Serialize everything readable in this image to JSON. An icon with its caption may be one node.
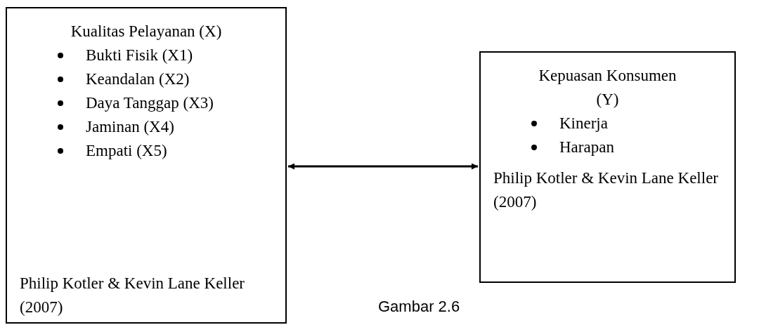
{
  "diagram": {
    "caption": "Gambar 2.6",
    "nodes": [
      {
        "text": [
          "Kualitas Pelayanan (X)",
          "Bukti Fisik (X1)",
          "Keandalan (X2)",
          "Daya Tanggap (X3)",
          "Jaminan (X4)",
          "Empati (X5)",
          "Philip Kotler & Kevin Lane Keller (2007)"
        ]
      },
      {
        "text": [
          "Kepuasan Konsumen (Y)",
          "Kinerja",
          "Harapan",
          "Philip Kotler & Kevin Lane Keller (2007)"
        ]
      }
    ],
    "edges": [
      {
        "from": 0,
        "to": 1,
        "arrow": "both"
      }
    ]
  }
}
